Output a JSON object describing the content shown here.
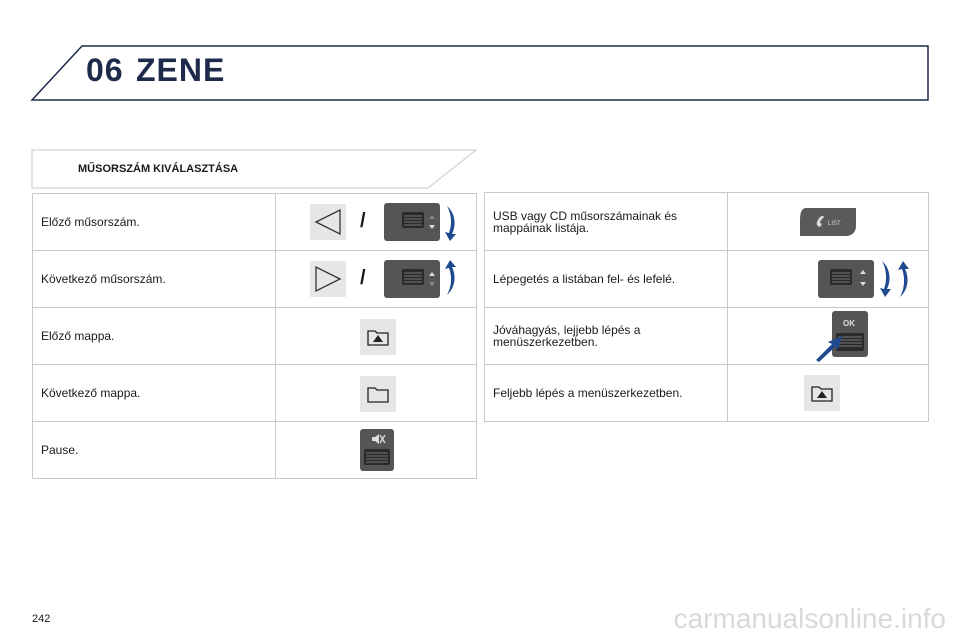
{
  "header": {
    "chapter_number": "06",
    "chapter_title": "ZENE"
  },
  "section": {
    "title": "MŰSORSZÁM KIVÁLASZTÁSA"
  },
  "left_rows": [
    {
      "text": "Előző műsorszám.",
      "icon": "prev-track-triangle-and-knob-down-icon"
    },
    {
      "text": "Következő műsorszám.",
      "icon": "next-track-triangle-and-knob-up-icon"
    },
    {
      "text": "Előző mappa.",
      "icon": "folder-up-icon"
    },
    {
      "text": "Következő mappa.",
      "icon": "folder-icon"
    },
    {
      "text": "Pause.",
      "icon": "mute-knob-icon"
    }
  ],
  "right_rows": [
    {
      "text": "USB vagy CD műsorszámainak és mappáinak listája.",
      "icon": "list-button-icon"
    },
    {
      "text": "Lépegetés a listában fel- és lefelé.",
      "icon": "knob-up-down-icon"
    },
    {
      "text": "Jóváhagyás, lejjebb lépés a menüszerkezetben.",
      "icon": "ok-press-icon"
    },
    {
      "text": "Feljebb lépés a menüszerkezetben.",
      "icon": "folder-up-icon"
    }
  ],
  "separators": {
    "slash": "/"
  },
  "button_labels": {
    "list": "LIST",
    "ok": "OK"
  },
  "page_number": "242",
  "watermark": "carmanualsonline.info",
  "colors": {
    "navy": "#1d2a4a",
    "border": "#c8c8c8",
    "arrow_blue": "#1f4a8f"
  }
}
